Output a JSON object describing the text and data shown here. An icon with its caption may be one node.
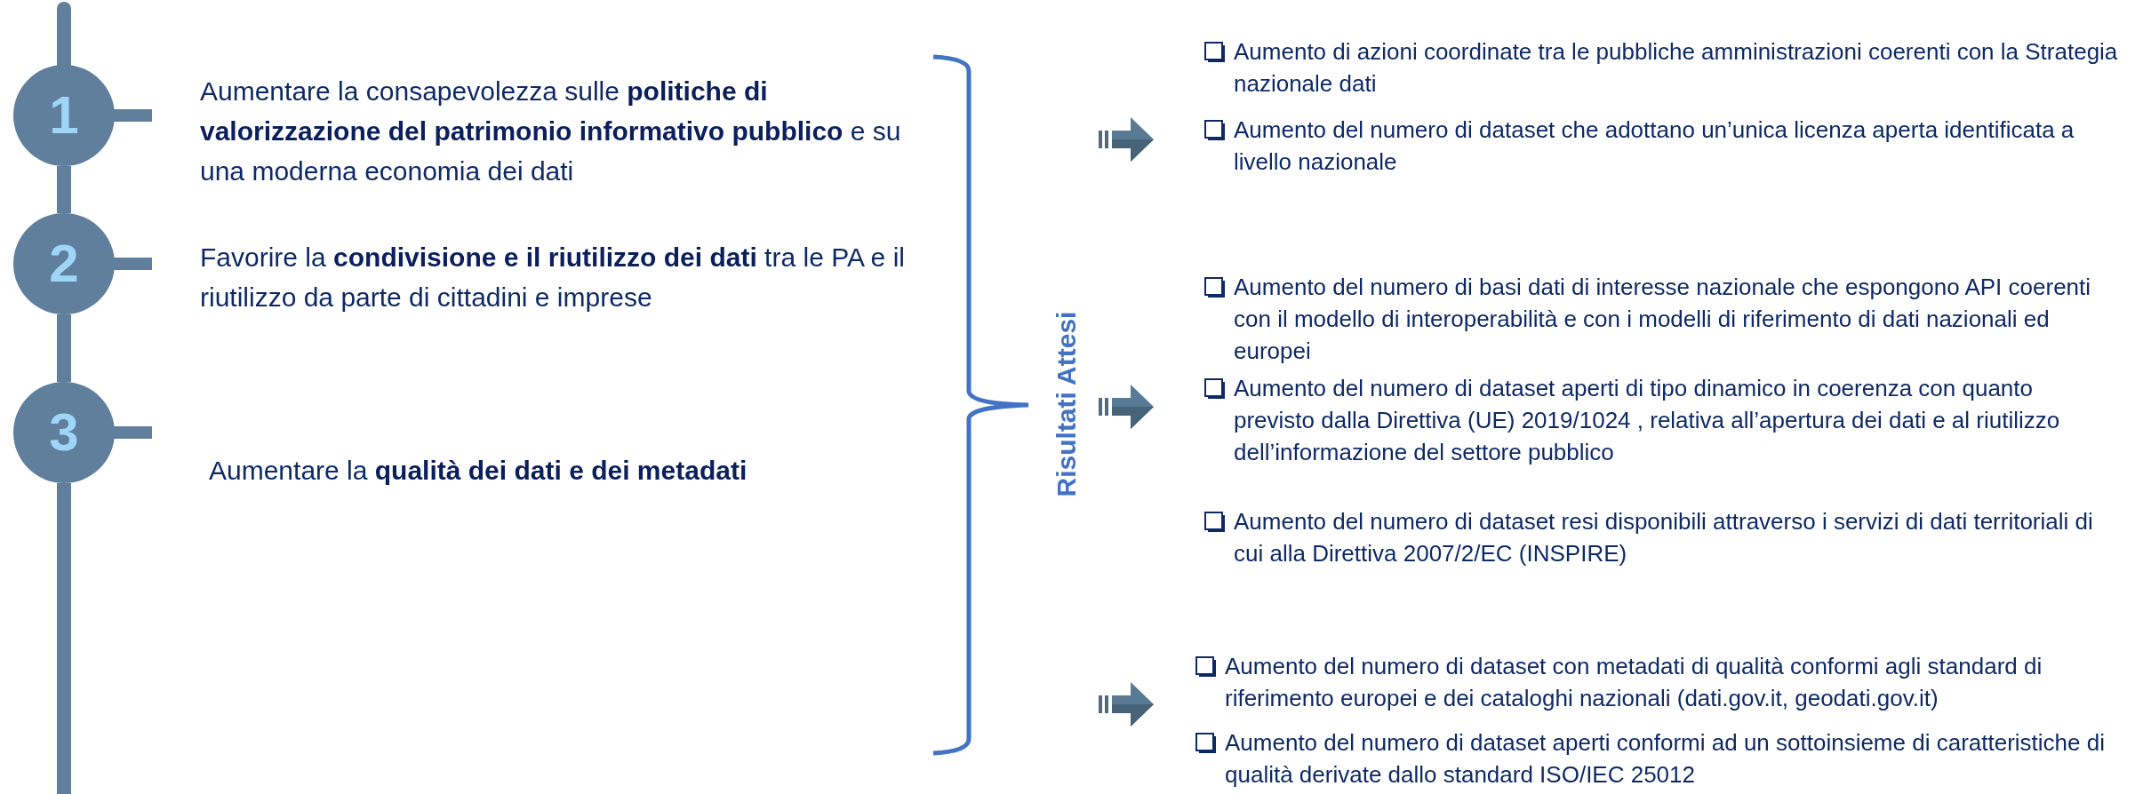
{
  "diagram": {
    "nodes": [
      {
        "text": [
          "1"
        ]
      },
      {
        "text": [
          "2"
        ]
      },
      {
        "text": [
          "3"
        ]
      }
    ],
    "edges": [
      {
        "from": 0,
        "to": 1,
        "arrow": "none"
      },
      {
        "from": 1,
        "to": 2,
        "arrow": "none"
      }
    ],
    "labels": [
      "Aumentare la consapevolezza sulle **politiche di valorizzazione del patrimonio informativo pubblico** e su una moderna economia dei dati",
      "Favorire la **condivisione e il riutilizzo dei dati** tra le PA e il riutilizzo da parte di cittadini e imprese",
      "Aumentare la **qualità dei dati e dei metadati**",
      "Risultati Attesi",
      "Aumento di azioni coordinate tra le pubbliche amministrazioni coerenti con la Strategia nazionale dati",
      "Aumento del numero di dataset che adottano un’unica licenza aperta identificata a livello nazionale",
      "Aumento del numero di basi dati di interesse nazionale che espongono API coerenti con il modello di interoperabilità e con i modelli di riferimento di dati nazionali ed europei",
      "Aumento del numero di dataset aperti di tipo dinamico in coerenza con quanto previsto dalla Direttiva (UE) 2019/1024 , relativa all’apertura dei dati e al riutilizzo dell’informazione del settore pubblico",
      "Aumento del numero di dataset resi disponibili attraverso i servizi di dati territoriali di cui alla Direttiva 2007/2/EC (INSPIRE)",
      "Aumento del numero di dataset con metadati di qualità conformi agli standard di riferimento europei e dei cataloghi nazionali (dati.gov.it, geodati.gov.it)",
      "Aumento del numero di dataset aperti conformi ad un sottoinsieme di caratteristiche di qualità derivate dallo standard ISO/IEC 25012"
    ]
  }
}
